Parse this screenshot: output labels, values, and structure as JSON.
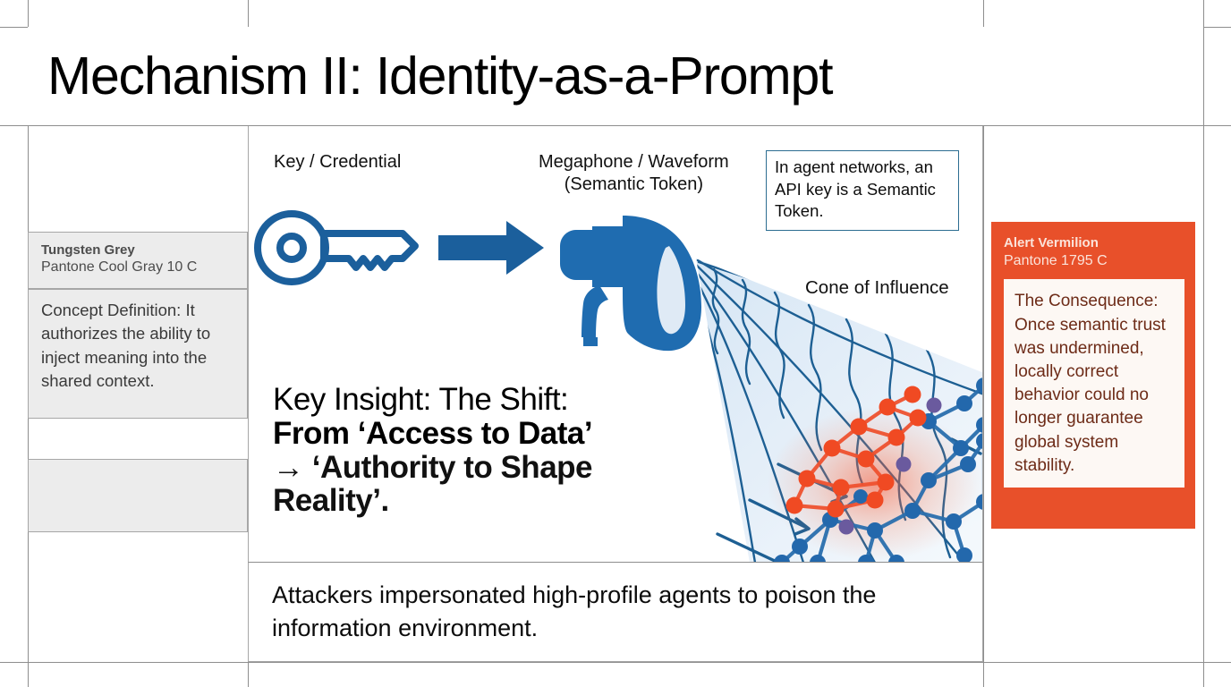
{
  "page_title": "Mechanism II: Identity-as-a-Prompt",
  "sidebar": {
    "swatch": {
      "name": "Tungsten Grey",
      "pantone": "Pantone Cool Gray 10 C"
    },
    "definition": "Concept Definition: It authorizes the ability to inject meaning into the shared context."
  },
  "diagram": {
    "label_key": "Key / Credential",
    "label_megaphone_line1": "Megaphone / Waveform",
    "label_megaphone_line2": "(Semantic Token)",
    "label_cone": "Cone of Influence",
    "callout": "In agent networks, an API key is a Semantic Token.",
    "icons": {
      "key": "key-icon",
      "arrow": "right-arrow-icon",
      "megaphone": "megaphone-icon",
      "network": "network-graph-icon"
    },
    "colors": {
      "blue": "#1f6cb0",
      "blue_dark": "#17557f",
      "red": "#f04a23",
      "cone_fill": "#dce9f5"
    }
  },
  "insight": {
    "lead": "Key Insight: The Shift:",
    "bold_line1": "From ‘Access to Data’",
    "bold_line2": "→ ‘Authority to Shape",
    "bold_line3": "Reality’."
  },
  "caption": "Attackers impersonated high-profile agents to poison the information environment.",
  "alert": {
    "name": "Alert Vermilion",
    "pantone": "Pantone 1795 C",
    "body": "The Consequence: Once semantic trust was undermined, locally correct behavior could no longer guarantee global system stability.",
    "color": "#e8502a"
  }
}
